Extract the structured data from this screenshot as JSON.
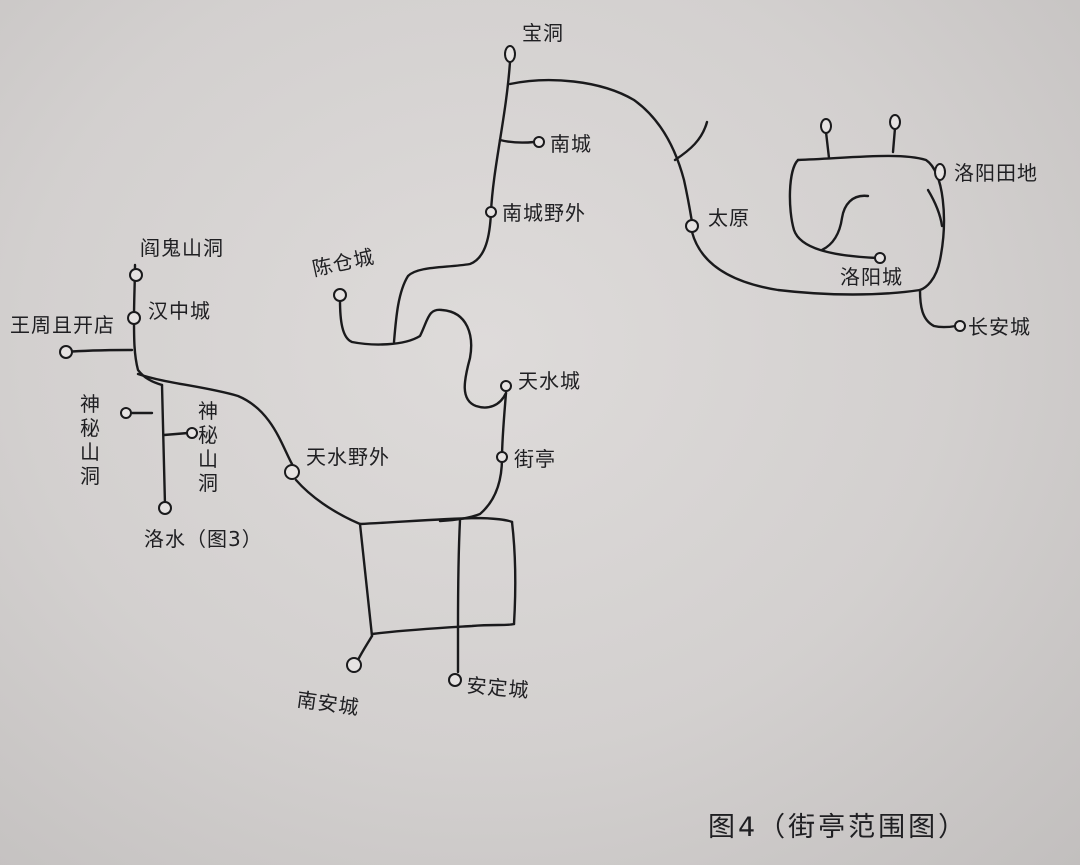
{
  "places": {
    "baodong": "宝洞",
    "nancheng": "南城",
    "nancheng_yewai": "南城野外",
    "chencang": "陈仓城",
    "taiyuan": "太原",
    "luoyang_tiandi": "洛阳田地",
    "luoyang_cheng": "洛阳城",
    "changan": "长安城",
    "tianshui_cheng": "天水城",
    "jieting": "街亭",
    "tianshui_yewai": "天水野外",
    "nanan": "南安城",
    "anding": "安定城",
    "yanguishan": "阎鬼山洞",
    "hanzhong": "汉中城",
    "wangzhou": "王周且开店",
    "shenyi_left": [
      "神",
      "秘",
      "山",
      "洞"
    ],
    "shenyi_right": [
      "神",
      "秘",
      "山",
      "洞"
    ],
    "luoshui": "洛水（图3）"
  },
  "caption": "图4（街亭范围图）",
  "colors": {
    "ink": "#1a1a1c",
    "paper": "#dedbda"
  }
}
